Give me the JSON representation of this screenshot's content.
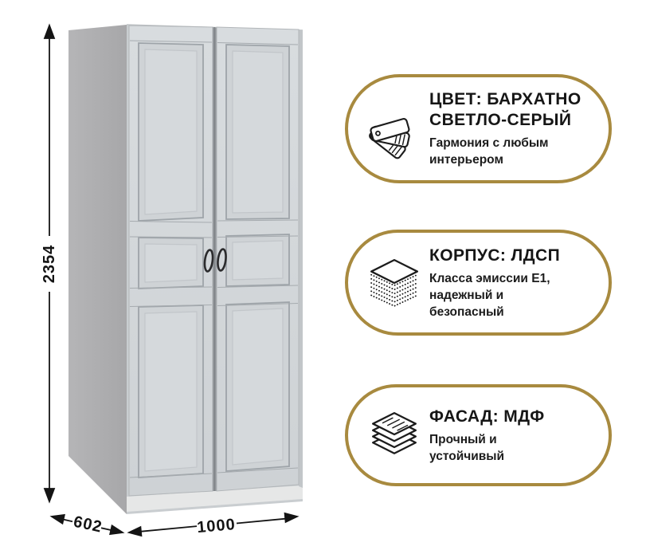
{
  "page": {
    "background": "#ffffff"
  },
  "wardrobe": {
    "dimensions": {
      "height": "2354",
      "depth": "602",
      "width": "1000"
    },
    "front_color": "#D3D7DA",
    "side_color": "#ACACAE",
    "handle_color": "#2B2B2D"
  },
  "features": [
    {
      "icon": "color-swatch-fan-icon",
      "title": "ЦВЕТ: БАРХАТНО\nСВЕТЛО-СЕРЫЙ",
      "description": "Гармония с любым\nинтерьером"
    },
    {
      "icon": "layered-chipboard-icon",
      "title": "КОРПУС: ЛДСП",
      "description": "Класса эмиссии E1,\nнадежный и\nбезопасный"
    },
    {
      "icon": "stacked-mdf-sheets-icon",
      "title": "ФАСАД: МДФ",
      "description": "Прочный и\nустойчивый"
    }
  ],
  "accent_color": "#A88A3F",
  "dimension_arrow_color": "#141414"
}
